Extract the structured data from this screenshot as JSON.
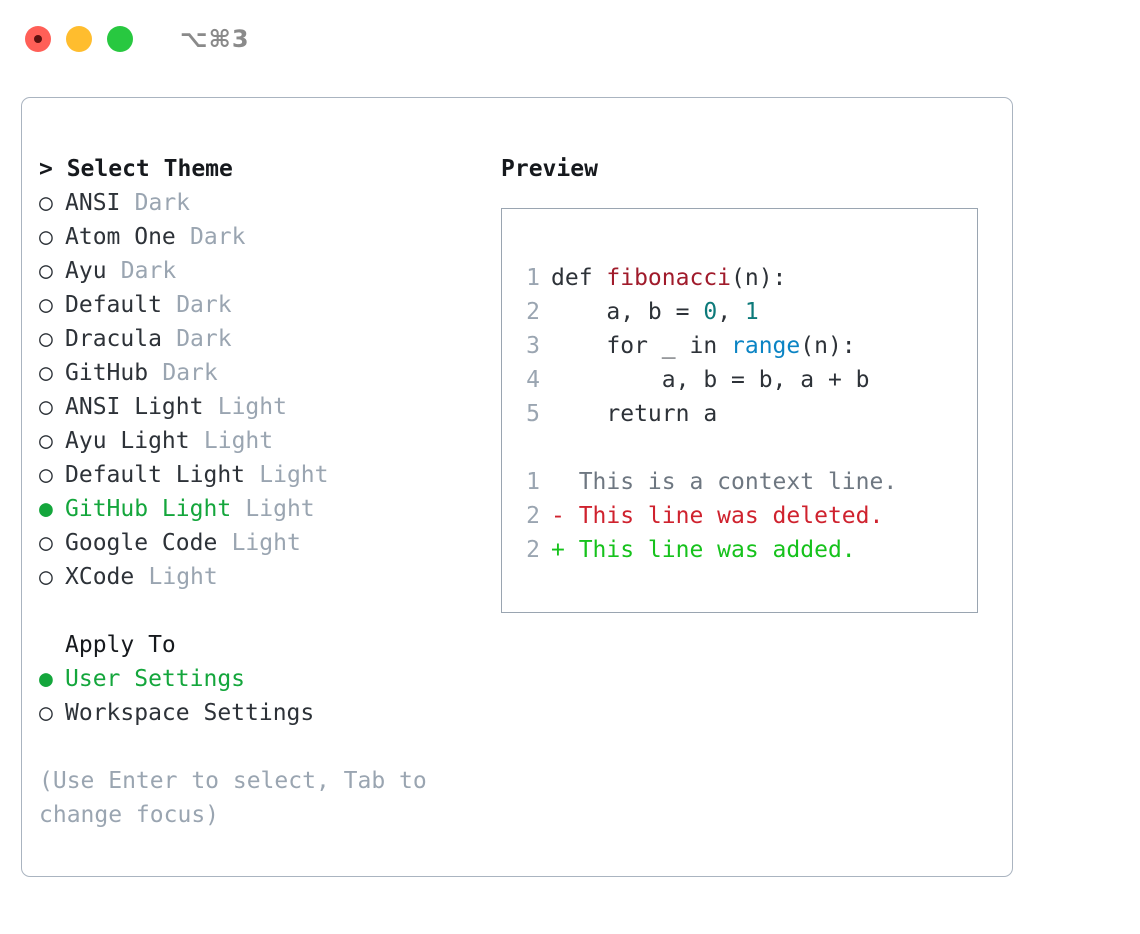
{
  "titlebar": {
    "shortcut": "⌥⌘3",
    "buttons": [
      {
        "name": "close",
        "color": "#ff5f57"
      },
      {
        "name": "minimize",
        "color": "#ffbd2e"
      },
      {
        "name": "maximize",
        "color": "#28c840"
      }
    ]
  },
  "theme_picker": {
    "heading": "> Select Theme",
    "bullet_unselected": "○",
    "bullet_selected": "●",
    "items": [
      {
        "label": "ANSI",
        "variant": "Dark",
        "selected": false
      },
      {
        "label": "Atom One",
        "variant": "Dark",
        "selected": false
      },
      {
        "label": "Ayu",
        "variant": "Dark",
        "selected": false
      },
      {
        "label": "Default",
        "variant": "Dark",
        "selected": false
      },
      {
        "label": "Dracula",
        "variant": "Dark",
        "selected": false
      },
      {
        "label": "GitHub",
        "variant": "Dark",
        "selected": false
      },
      {
        "label": "ANSI Light",
        "variant": "Light",
        "selected": false
      },
      {
        "label": "Ayu Light",
        "variant": "Light",
        "selected": false
      },
      {
        "label": "Default Light",
        "variant": "Light",
        "selected": false
      },
      {
        "label": "GitHub Light",
        "variant": "Light",
        "selected": true
      },
      {
        "label": "Google Code",
        "variant": "Light",
        "selected": false
      },
      {
        "label": "XCode",
        "variant": "Light",
        "selected": false
      }
    ]
  },
  "apply_to": {
    "heading": "Apply To",
    "items": [
      {
        "label": "User Settings",
        "selected": true
      },
      {
        "label": "Workspace Settings",
        "selected": false
      }
    ]
  },
  "hint": "(Use Enter to select, Tab to change focus)",
  "preview": {
    "title": "Preview",
    "code_lines": [
      {
        "num": "1",
        "tokens": [
          {
            "t": "def ",
            "c": "plain"
          },
          {
            "t": "fibonacci",
            "c": "fn"
          },
          {
            "t": "(n):",
            "c": "plain"
          }
        ]
      },
      {
        "num": "2",
        "tokens": [
          {
            "t": "    a, b = ",
            "c": "plain"
          },
          {
            "t": "0",
            "c": "num"
          },
          {
            "t": ", ",
            "c": "plain"
          },
          {
            "t": "1",
            "c": "num"
          }
        ]
      },
      {
        "num": "3",
        "tokens": [
          {
            "t": "    for _ in ",
            "c": "plain"
          },
          {
            "t": "range",
            "c": "bi"
          },
          {
            "t": "(n):",
            "c": "plain"
          }
        ]
      },
      {
        "num": "4",
        "tokens": [
          {
            "t": "        a, b = b, a + b",
            "c": "plain"
          }
        ]
      },
      {
        "num": "5",
        "tokens": [
          {
            "t": "    return a",
            "c": "plain"
          }
        ]
      }
    ],
    "diff_lines": [
      {
        "num": "1",
        "marker": "  ",
        "text": "This is a context line.",
        "kind": "ctx"
      },
      {
        "num": "2",
        "marker": "- ",
        "text": "This line was deleted.",
        "kind": "del"
      },
      {
        "num": "2",
        "marker": "+ ",
        "text": "This line was added.",
        "kind": "add"
      }
    ]
  },
  "colors": {
    "accent_green": "#14a63c",
    "muted": "#9aa5b1",
    "text": "#2d3238",
    "fn": "#a01b2b",
    "number": "#0d7a7a",
    "builtin": "#0b84c4",
    "diff_delete": "#cf222e",
    "diff_add": "#16c21c",
    "border": "#aab4c0"
  }
}
